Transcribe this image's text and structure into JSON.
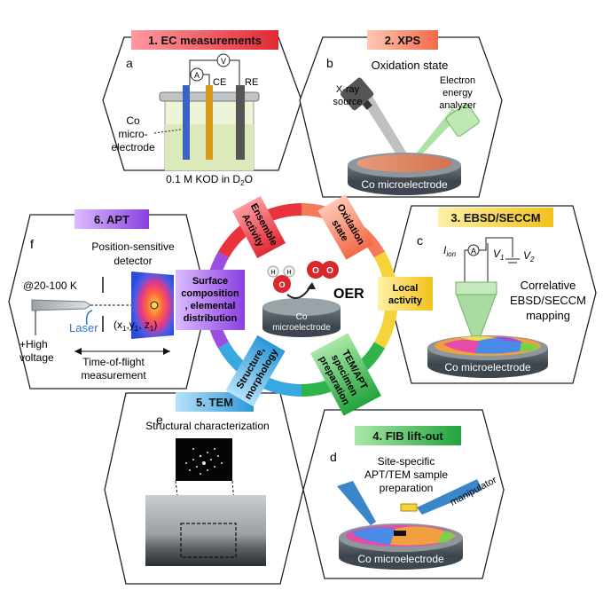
{
  "center": {
    "label": "OER",
    "electrode_label_1": "Co",
    "electrode_label_2": "microelectrode",
    "atom_o": "O",
    "atom_h": "H",
    "ring_labels": {
      "ensemble_1": "Ensemble",
      "ensemble_2": "Activity",
      "oxidation_1": "Oxidation",
      "oxidation_2": "state",
      "local_1": "Local",
      "local_2": "activity",
      "temapt_1": "TEM/APT",
      "temapt_2": "specimen",
      "temapt_3": "preparation",
      "structure_1": "Structure,",
      "structure_2": "morphology",
      "surface_1": "Surface",
      "surface_2": "composition",
      "surface_3": ", elemental",
      "surface_4": "distribution"
    }
  },
  "panels": {
    "ec": {
      "title": "1. EC measurements",
      "letter": "a",
      "label_A": "A",
      "label_V": "V",
      "label_CE": "CE",
      "label_RE": "RE",
      "electrode_1": "Co",
      "electrode_2": "micro-",
      "electrode_3": "electrode",
      "solution": "0.1 M KOD in D",
      "solution_sub": "2",
      "solution_end": "O"
    },
    "xps": {
      "title": "2. XPS",
      "letter": "b",
      "heading": "Oxidation state",
      "source_1": "X-ray",
      "source_2": "source",
      "analyzer_1": "Electron",
      "analyzer_2": "energy",
      "analyzer_3": "analyzer",
      "dish": "Co microelectrode"
    },
    "ebsd": {
      "title": "3. EBSD/SECCM",
      "letter": "c",
      "i_label": "I",
      "i_sub": "ion",
      "amp": "A",
      "v1": "V",
      "v1_sub": "1",
      "v2": "V",
      "v2_sub": "2",
      "desc_1": "Correlative",
      "desc_2": "EBSD/SECCM",
      "desc_3": "mapping",
      "dish": "Co microelectrode"
    },
    "fib": {
      "title": "4. FIB lift-out",
      "letter": "d",
      "desc_1": "Site-specific",
      "desc_2": "APT/TEM sample",
      "desc_3": "preparation",
      "manipulator": "manipulator",
      "dish": "Co microelectrode"
    },
    "tem": {
      "title": "5. TEM",
      "letter": "e",
      "heading": "Structural characterization"
    },
    "apt": {
      "title": "6. APT",
      "letter": "f",
      "detector_1": "Position-sensitive",
      "detector_2": "detector",
      "temperature": "@20-100 K",
      "laser": "Laser",
      "coords": "(x",
      "coords_s1": "1",
      "coords_m1": ",y",
      "coords_s2": "1",
      "coords_m2": ", z",
      "coords_s3": "1",
      "coords_end": ")",
      "voltage_1": "+High",
      "voltage_2": "voltage",
      "tof_1": "Time-of-flight",
      "tof_2": "measurement"
    }
  },
  "colors": {
    "ec": "#e8323c",
    "xps": "#f47a5a",
    "ebsd": "#f5d33a",
    "fib": "#2fb34a",
    "tem": "#38a8e0",
    "apt": "#9a4fe0"
  }
}
